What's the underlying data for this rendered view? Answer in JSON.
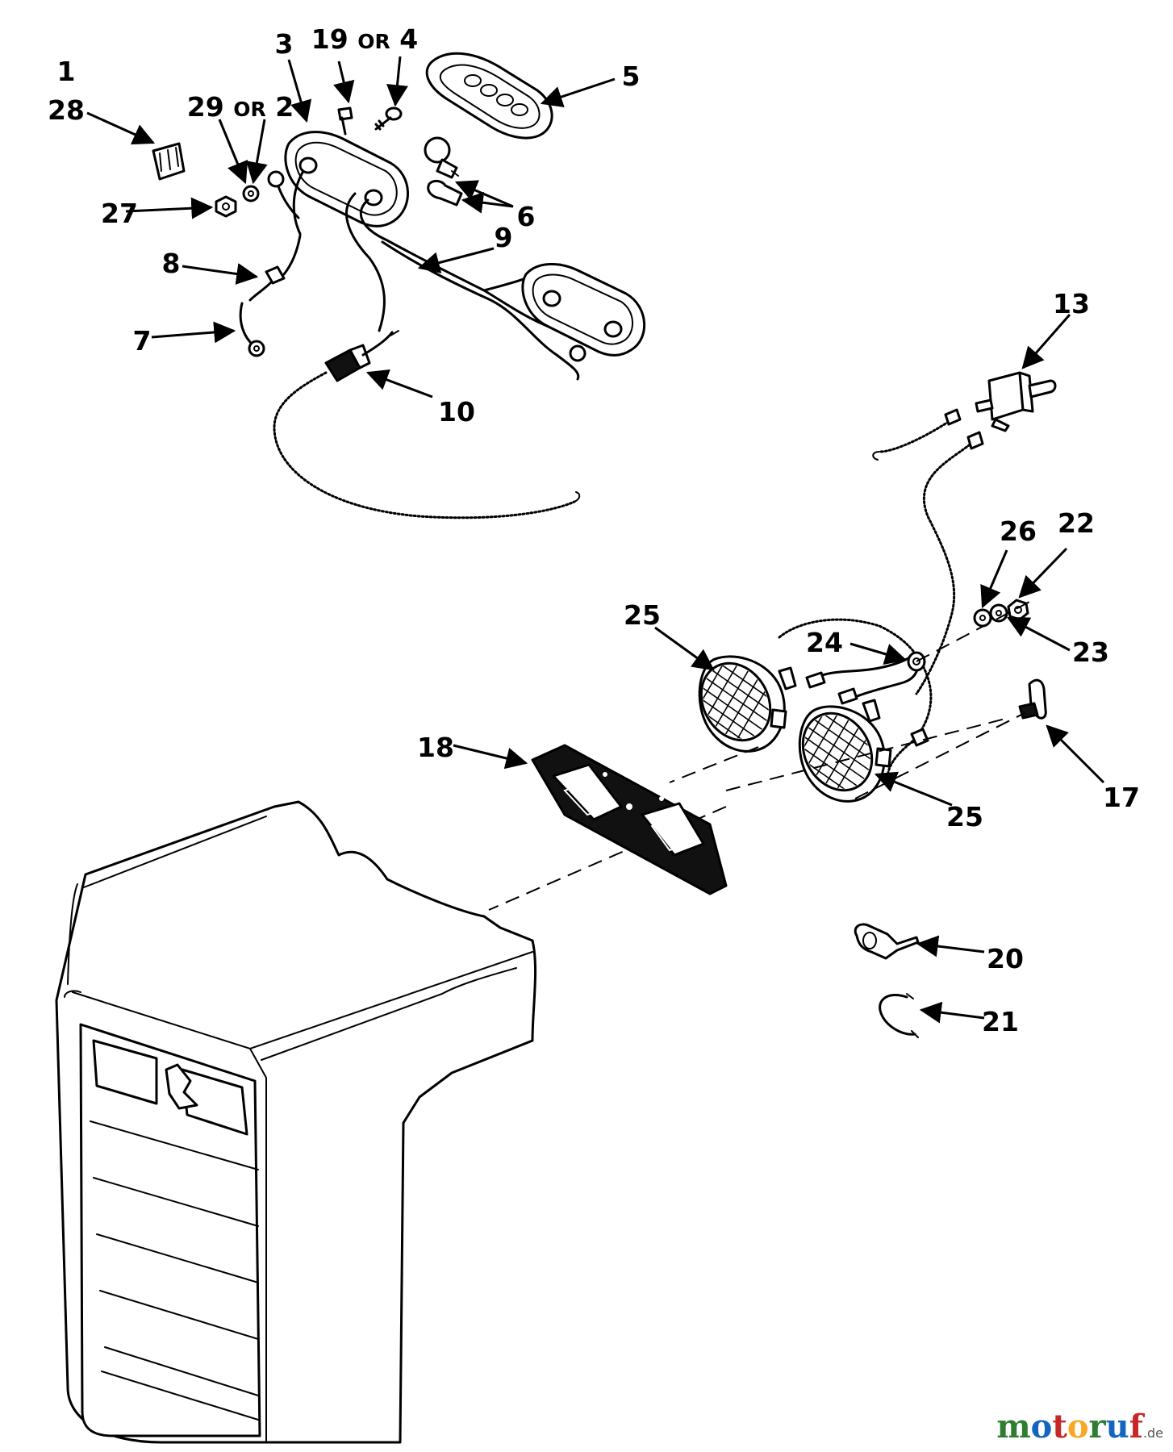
{
  "callouts": {
    "c1": "1",
    "c28": "28",
    "c29_or_2": "29 OR 2",
    "c3": "3",
    "c19_or_4": "19 OR 4",
    "c5": "5",
    "c6": "6",
    "c27": "27",
    "c8": "8",
    "c9": "9",
    "c7": "7",
    "c10": "10",
    "c13": "13",
    "c26": "26",
    "c22": "22",
    "c25_upper": "25",
    "c24": "24",
    "c23": "23",
    "c18": "18",
    "c17": "17",
    "c25_lower": "25",
    "c20": "20",
    "c21": "21"
  },
  "watermark": {
    "brand": "motoruf",
    "suffix": ".de",
    "colors": [
      "#2e7d32",
      "#1565c0",
      "#c62828",
      "#f9a825",
      "#2e7d32",
      "#1565c0",
      "#c62828"
    ]
  }
}
